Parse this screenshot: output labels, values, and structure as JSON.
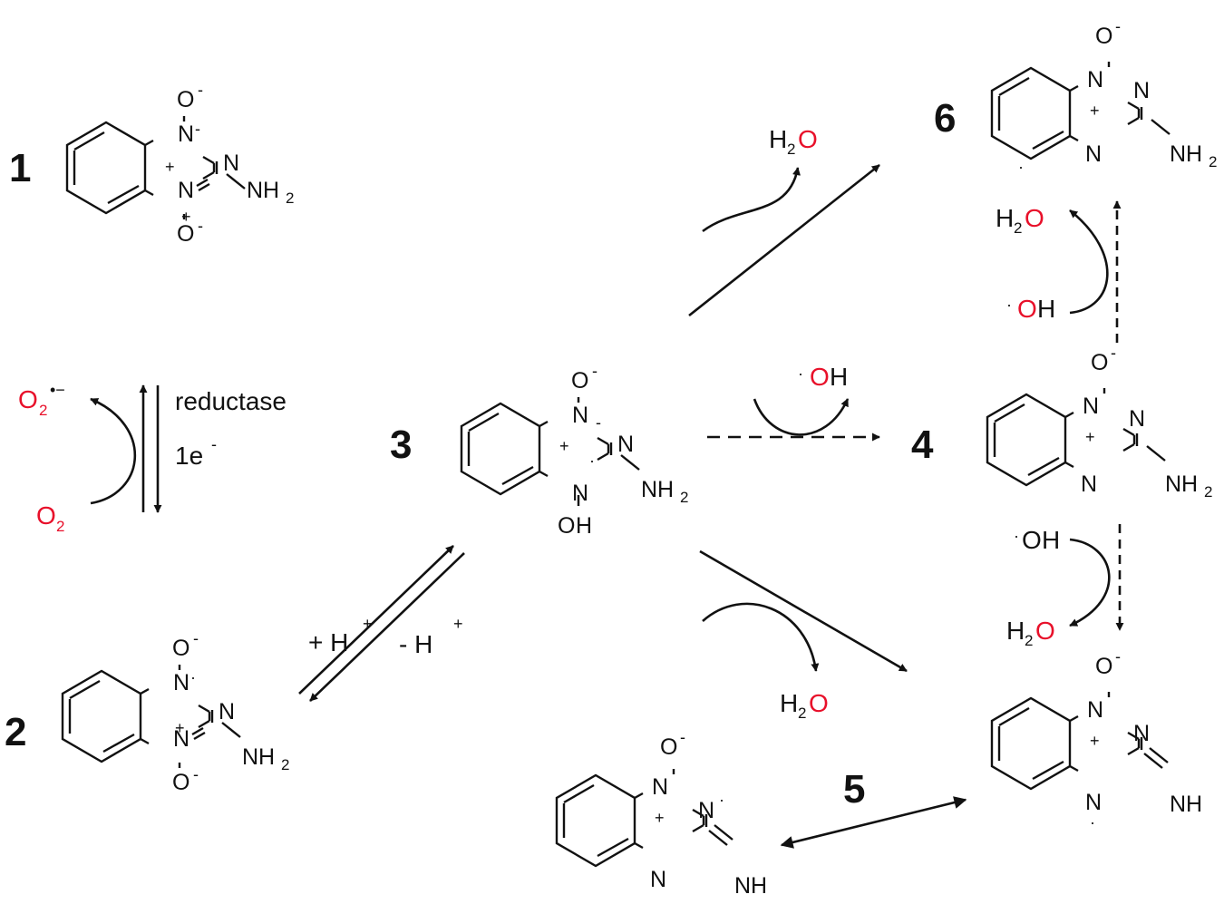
{
  "compounds": {
    "c1": "1",
    "c2": "2",
    "c3": "3",
    "c4": "4",
    "c5": "5",
    "c6": "6"
  },
  "atoms": {
    "N": "N",
    "O": "O",
    "NH": "NH",
    "H": "H",
    "sub2": "2",
    "minus": "-",
    "plus": "+",
    "dot": "·"
  },
  "reagents": {
    "reductase": "reductase",
    "one_electron": "1e",
    "electron_sup": "-",
    "o2": "O",
    "o2_sub": "2",
    "superoxide_sup": "•−",
    "proton_add": "+ H",
    "proton_remove": "- H",
    "proton_sup": "+",
    "water_h": "H",
    "water_sub": "2",
    "water_o": "O",
    "hydroxyl_o": "O",
    "hydroxyl_h": "H"
  },
  "colors": {
    "oxygen_highlight": "#e8102a",
    "ink": "#111111"
  }
}
